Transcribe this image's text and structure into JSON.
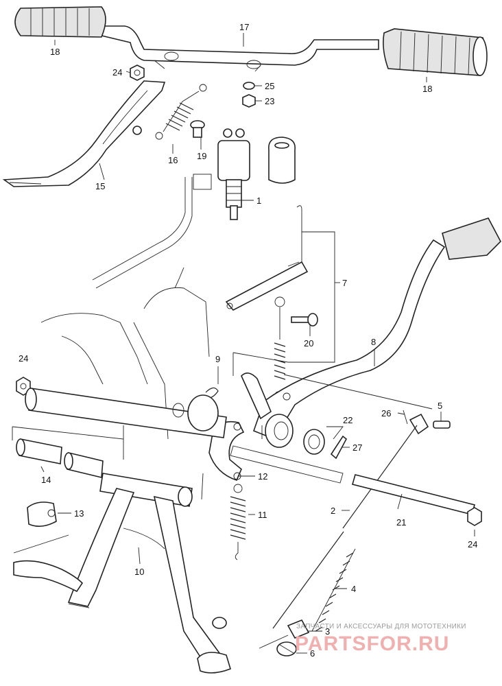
{
  "diagram": {
    "callouts": [
      "17",
      "18",
      "18",
      "24",
      "25",
      "23",
      "16",
      "19",
      "15",
      "1",
      "7",
      "20",
      "8",
      "9",
      "24",
      "5",
      "26",
      "22",
      "27",
      "12",
      "14",
      "13",
      "11",
      "2",
      "21",
      "24",
      "10",
      "4",
      "3",
      "6"
    ]
  },
  "watermark": {
    "caption": "ЗАПЧАСТИ И АКСЕССУАРЫ ДЛЯ МОТОТЕХНИКИ",
    "site": "PARTSFOR.RU"
  }
}
